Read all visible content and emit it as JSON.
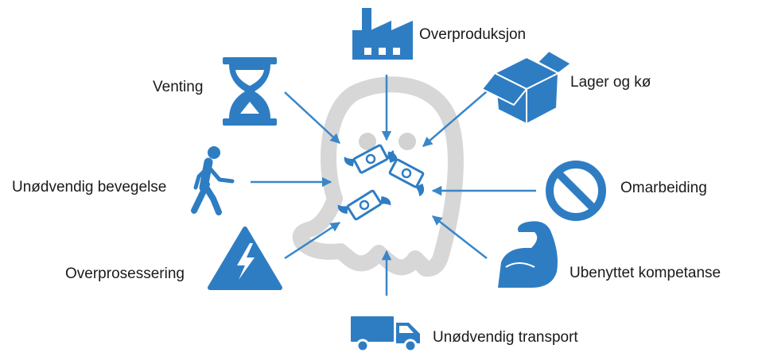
{
  "colors": {
    "icon": "#2E7DC3",
    "arrow": "#3A86C8",
    "ghost": "#D7D7D7",
    "ghost_eye": "#D2D2D2"
  },
  "center": {
    "icon": "ghost-icon",
    "inner_icon": "flying-money-icon"
  },
  "wastes": [
    {
      "id": "overproduction",
      "label": "Overproduksjon",
      "icon": "factory-icon"
    },
    {
      "id": "inventory",
      "label": "Lager og kø",
      "icon": "box-icon"
    },
    {
      "id": "waiting",
      "label": "Venting",
      "icon": "hourglass-icon"
    },
    {
      "id": "motion",
      "label": "Unødvendig bevegelse",
      "icon": "walking-person-icon"
    },
    {
      "id": "rework",
      "label": "Omarbeiding",
      "icon": "prohibited-icon"
    },
    {
      "id": "overprocessing",
      "label": "Overprosessering",
      "icon": "warning-lightning-icon"
    },
    {
      "id": "skills",
      "label": "Ubenyttet kompetanse",
      "icon": "flexed-arm-icon"
    },
    {
      "id": "transport",
      "label": "Unødvendig transport",
      "icon": "truck-icon"
    }
  ]
}
